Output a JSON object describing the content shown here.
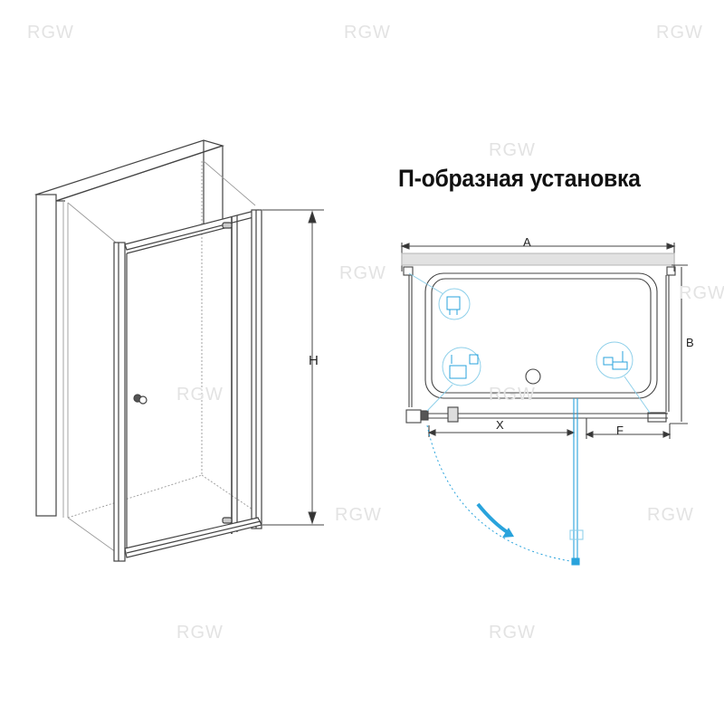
{
  "title": "П-образная установка",
  "watermark": "RGW",
  "dimensions": {
    "height": "H",
    "width": "A",
    "depth": "B",
    "door_opening": "X",
    "fixed_panel": "F"
  },
  "colors": {
    "line": "#333333",
    "accent_blue": "#29a3dc",
    "detail_blue": "#8fd0ea",
    "wall_gray": "#e2e2e2"
  }
}
